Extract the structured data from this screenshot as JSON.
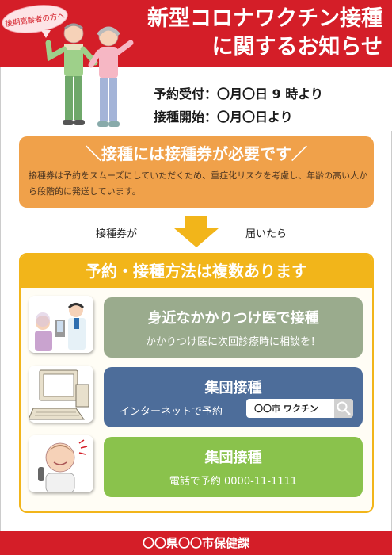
{
  "header": {
    "title_line1": "新型コロナワクチン接種",
    "title_line2": "に関するお知らせ",
    "bubble": "後期高齢者の方へ"
  },
  "schedule": {
    "line1": "予約受付：〇月〇日  9 時より",
    "line2": "接種開始：〇月〇日より"
  },
  "ticket": {
    "heading": "＼接種には接種券が必要です／",
    "body": "接種券は予約をスムーズにしていただくため、重症化リスクを考慮し、年齢の高い人から段階的に発送しています。"
  },
  "arrow_row": {
    "left": "接種券が",
    "right": "届いたら"
  },
  "methods": {
    "heading": "予約・接種方法は複数あります",
    "items": [
      {
        "title": "身近なかかりつけ医で接種",
        "subtitle": "かかりつけ医に次回診療時に相談を！"
      },
      {
        "title": "集団接種",
        "subtitle": "インターネットで予約",
        "search": "〇〇市  ワクチン"
      },
      {
        "title": "集団接種",
        "subtitle": "電話で予約    0000-11-1111"
      }
    ]
  },
  "footer": "〇〇県〇〇市保健課",
  "colors": {
    "red": "#d41e28",
    "orange": "#f0a14a",
    "yellow": "#f2b51a",
    "card_green_gray": "#9aab8d",
    "card_blue": "#4d6d9a",
    "card_green": "#8ac24c"
  }
}
